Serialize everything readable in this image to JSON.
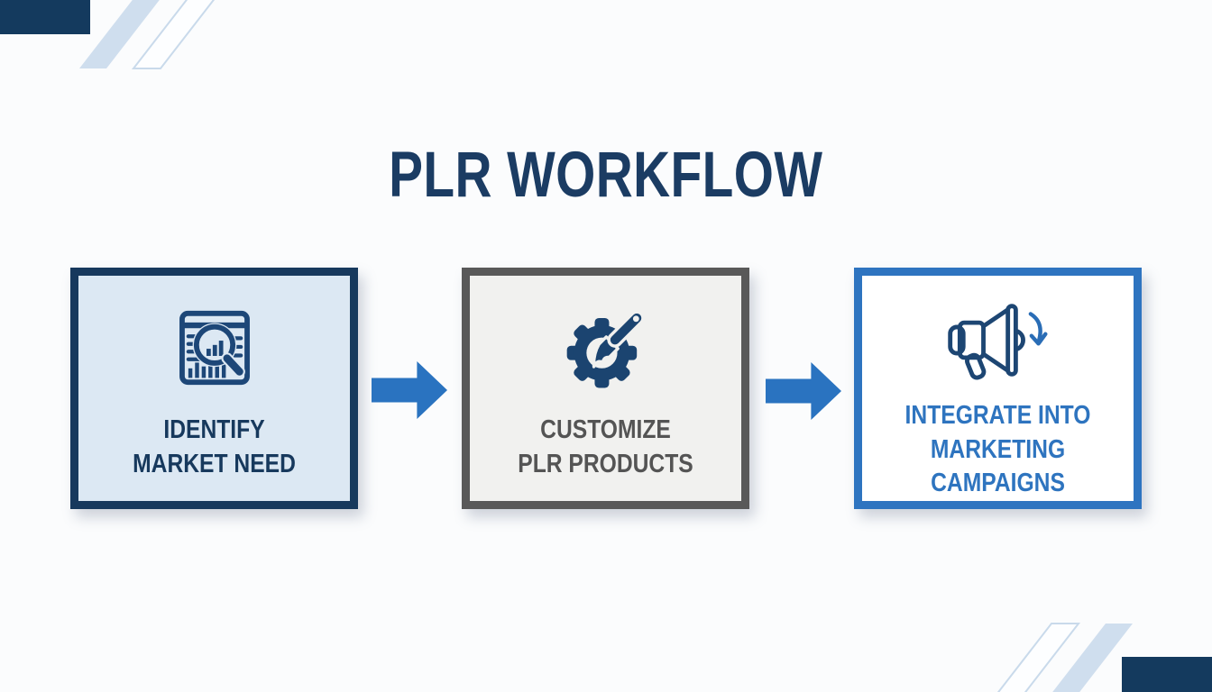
{
  "title": "PLR WORKFLOW",
  "steps": [
    {
      "id": "identify-market-need",
      "line1": "IDENTIFY",
      "line2": "MARKET NEED",
      "icon": "market-research-magnifier-icon",
      "border_color": "#17395d",
      "background": "#dce8f3",
      "text_color": "#17395d"
    },
    {
      "id": "customize-plr-products",
      "line1": "CUSTOMIZE",
      "line2": "PLR PRODUCTS",
      "icon": "gear-paintbrush-icon",
      "border_color": "#595959",
      "background": "#f1f1ef",
      "text_color": "#545454"
    },
    {
      "id": "integrate-marketing-campaigns",
      "line1": "INTEGRATE INTO",
      "line2": "MARKETING CAMPAIGNS",
      "icon": "megaphone-icon",
      "border_color": "#2e74c0",
      "background": "#ffffff",
      "text_color": "#2e74bf"
    }
  ],
  "arrows": {
    "color": "#2a73c0",
    "count": 2,
    "direction": "right"
  },
  "decor": {
    "title_color": "#1b3c63",
    "corner_block_color": "#143a5e",
    "stripe_fill_color": "#cfdeee",
    "stripe_outline_color": "#c9daeb",
    "icon_navy": "#1d4778",
    "background_color": "#fbfcfd"
  }
}
